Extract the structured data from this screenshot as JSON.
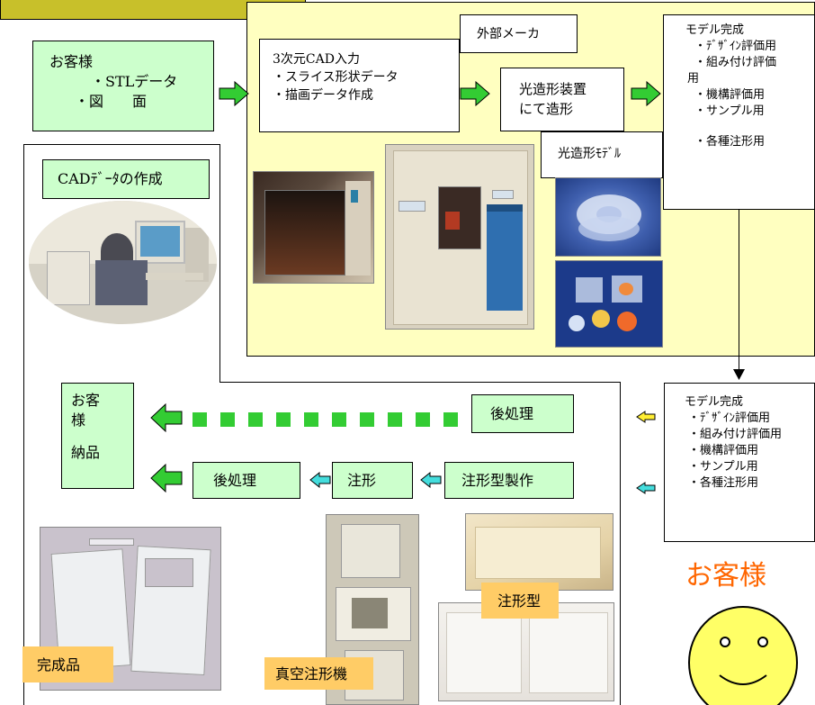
{
  "colors": {
    "tab": "#c8c02a",
    "yellow_panel": "#ffffc0",
    "light_green": "#ccffcc",
    "arrow_green": "#33cc33",
    "arrow_cyan": "#44dddd",
    "arrow_yellow": "#ffee33",
    "customer_text": "#ff6600",
    "smiley_fill": "#ffff66"
  },
  "customer_input": {
    "title": "お客様",
    "stl": "・STLデータ",
    "drawing": "・図　　面"
  },
  "cad_input": {
    "line1": "3次元CAD入力",
    "line2": "・スライス形状データ",
    "line3": "・描画データ作成"
  },
  "external_maker": "外部メーカ",
  "stereo_device": {
    "line1": "光造形装置",
    "line2": "にて造形"
  },
  "model_complete_top": {
    "title": "モデル完成",
    "items": [
      "・ﾃﾞｻﾞｲﾝ評価用",
      "・組み付け評価",
      "用",
      "・機構評価用",
      "・サンプル用",
      "",
      "・各種注形用"
    ]
  },
  "stereo_model_label": "光造形ﾓﾃﾞﾙ",
  "cad_data_label": "CADﾃﾞｰﾀの作成",
  "delivery": {
    "line1": "お客",
    "line2": "様",
    "line3": "納品"
  },
  "post_process_top": "後処理",
  "post_process_bottom": "後処理",
  "casting": "注形",
  "mold_making": "注形型製作",
  "model_complete_bottom": {
    "title": "モデル完成",
    "items": [
      "・ﾃﾞｻﾞｲﾝ評価用",
      "・組み付け評価用",
      "・機構評価用",
      "・サンプル用",
      "・各種注形用"
    ]
  },
  "photo_labels": {
    "finished": "完成品",
    "vacuum_machine": "真空注形機",
    "mold": "注形型"
  },
  "customer_face_label": "お客様"
}
